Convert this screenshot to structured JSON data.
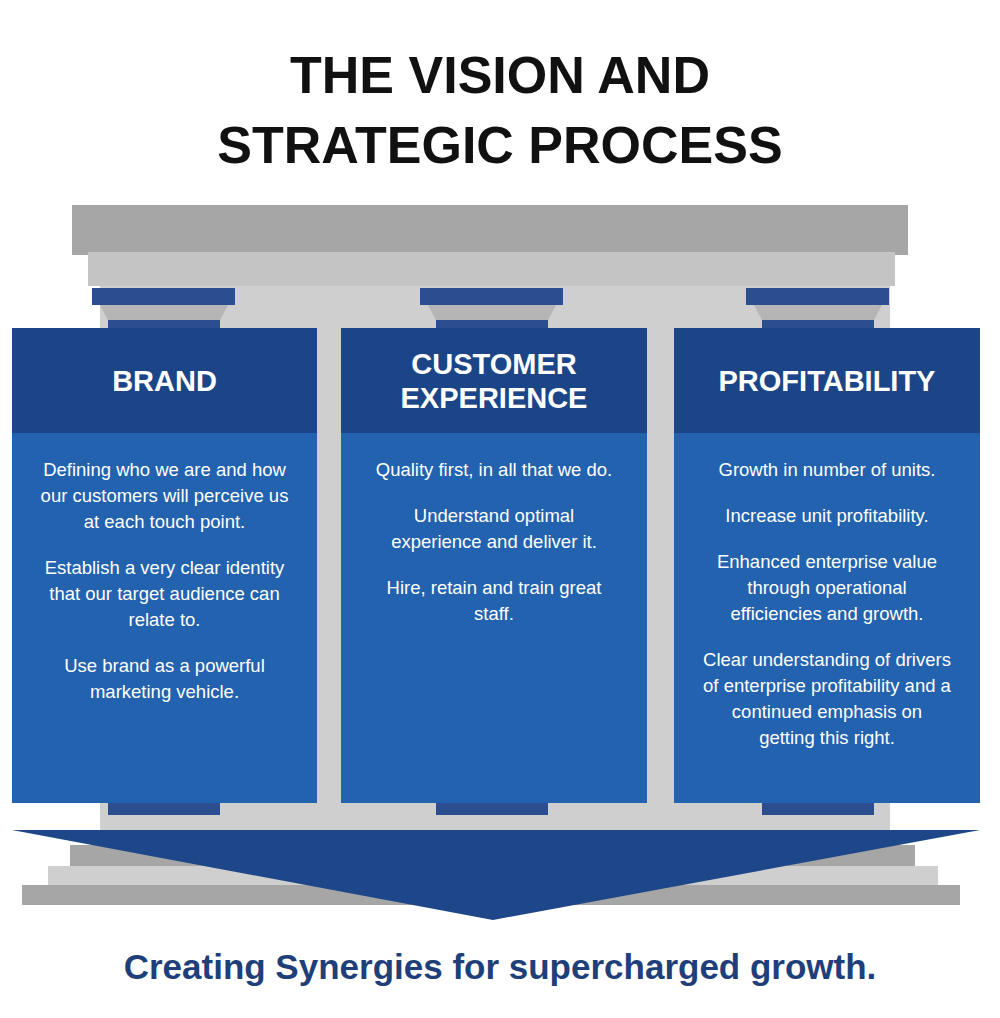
{
  "diagram": {
    "title": "THE VISION AND STRATEGIC PROCESS",
    "caption": "Creating Synergies for supercharged growth.",
    "nodes": [
      {
        "text": [
          "BRAND",
          "Defining who we are and how our customers will perceive us at each touch point.",
          "Establish a very clear identity that our target audience can relate to.",
          "Use brand as a powerful marketing vehicle."
        ]
      },
      {
        "text": [
          "CUSTOMER EXPERIENCE",
          "Quality first, in all that we do.",
          "Understand optimal experience and deliver it.",
          "Hire, retain and train great staff."
        ]
      },
      {
        "text": [
          "PROFITABILITY",
          "Growth in number of units.",
          "Increase unit profitability.",
          "Enhanced enterprise value through operational efficiencies and growth.",
          "Clear understanding of drivers of enterprise profitability and a continued emphasis on getting this right."
        ]
      }
    ]
  }
}
